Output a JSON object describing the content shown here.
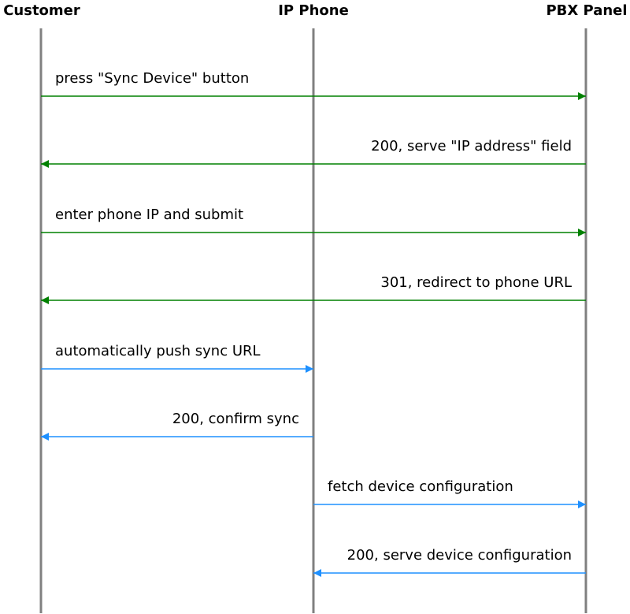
{
  "participants": [
    {
      "id": "customer",
      "label": "Customer"
    },
    {
      "id": "phone",
      "label": "IP Phone"
    },
    {
      "id": "pbx",
      "label": "PBX Panel"
    }
  ],
  "messages": [
    {
      "from": "customer",
      "to": "pbx",
      "label": "press \"Sync Device\" button",
      "color": "#008000"
    },
    {
      "from": "pbx",
      "to": "customer",
      "label": "200, serve \"IP address\" field",
      "color": "#008000"
    },
    {
      "from": "customer",
      "to": "pbx",
      "label": "enter phone IP and submit",
      "color": "#008000"
    },
    {
      "from": "pbx",
      "to": "customer",
      "label": "301, redirect to phone URL",
      "color": "#008000"
    },
    {
      "from": "customer",
      "to": "phone",
      "label": "automatically push sync URL",
      "color": "#1e90ff"
    },
    {
      "from": "phone",
      "to": "customer",
      "label": "200, confirm sync",
      "color": "#1e90ff"
    },
    {
      "from": "phone",
      "to": "pbx",
      "label": "fetch device configuration",
      "color": "#1e90ff"
    },
    {
      "from": "pbx",
      "to": "phone",
      "label": "200, serve device configuration",
      "color": "#1e90ff"
    }
  ],
  "lifeline_color": "#808080"
}
